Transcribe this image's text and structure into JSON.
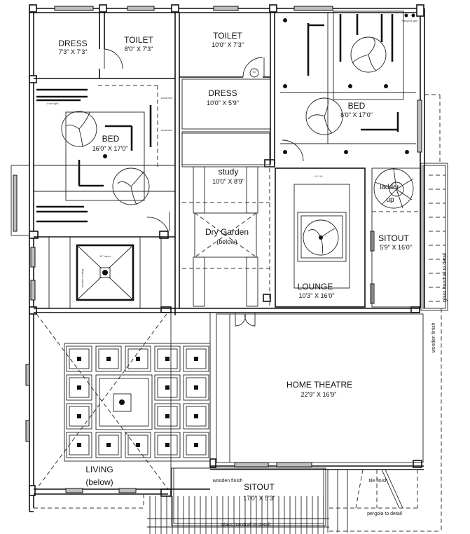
{
  "drawing": {
    "type": "floor-plan",
    "rooms": [
      {
        "name": "DRESS",
        "size": "7'3\" X 7'3\""
      },
      {
        "name": "TOILET",
        "size": "8'0\" X 7'3\""
      },
      {
        "name": "TOILET",
        "size": "10'0\" X 7'3\""
      },
      {
        "name": "DRESS",
        "size": "10'0\" X 5'9\""
      },
      {
        "name": "BED",
        "size": "6'0\" X 17'0\""
      },
      {
        "name": "BED",
        "size": "16'0\" X 17'0\""
      },
      {
        "name": "study",
        "size": "10'0\" X 8'9\""
      },
      {
        "name": "Dry Garden",
        "size": "(below)"
      },
      {
        "name": "LOUNGE",
        "size": "10'3\" X 16'0\""
      },
      {
        "name": "SITOUT",
        "size": "5'9\" X 16'0\""
      },
      {
        "name": "HOME THEATRE",
        "size": "22'9\" X 16'9\""
      },
      {
        "name": "LIVING",
        "size": "(below)"
      },
      {
        "name": "SITOUT",
        "size": "17'0\" X 5'3\""
      }
    ],
    "notes": {
      "ladder": "ladder",
      "ladder_up": "up",
      "wooden_finish_1": "wooden finish",
      "wooden_finish_2": "wooden finish",
      "tile_finish": "tile finish",
      "pergola": "pergola to detail",
      "glass_handrail_1": "glass handrail to detail",
      "glass_handrail_2": "glass handrail to detail",
      "wardrobe_1": "wardrobe",
      "wardrobe_2": "wardrobe",
      "cove_light": "cove light",
      "hanging_light": "hanging light",
      "door_tag": "D2",
      "taper": "10\" taper",
      "wooden_ceiling": "wooden ceiling",
      "level_tag": "+9' LVL"
    },
    "colors": {
      "line": "#111111",
      "window": "#bdbdbd",
      "background": "#ffffff"
    }
  }
}
